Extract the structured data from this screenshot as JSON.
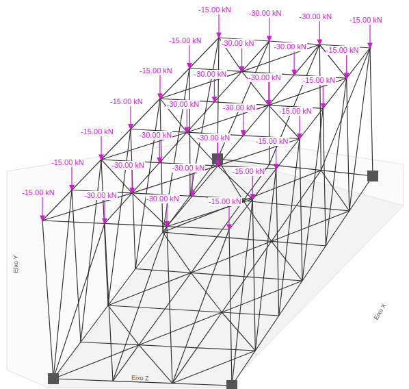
{
  "diagram": {
    "labels": [
      "-15.00 kN",
      "-15.00 kN",
      "-15.00 kN",
      "-15.00 kN",
      "-15.00 kN",
      "-15.00 kN",
      "-15.00 kN",
      "-30.00 kN",
      "-30.00 kN",
      "-30.00 kN",
      "-30.00 kN",
      "-30.00 kN",
      "-30.00 kN",
      "-30.00 kN",
      "-30.00 kN",
      "-30.00 kN",
      "-30.00 kN",
      "-30.00 kN",
      "-30.00 kN",
      "-30.00 kN",
      "-30.00 kN",
      "-15.00 kN",
      "-15.00 kN",
      "-15.00 kN",
      "-15.00 kN",
      "-15.00 kN",
      "-15.00 kN",
      "-15.00 kN",
      "Eixo Y",
      "Eixo Z",
      "Eixo X"
    ]
  }
}
